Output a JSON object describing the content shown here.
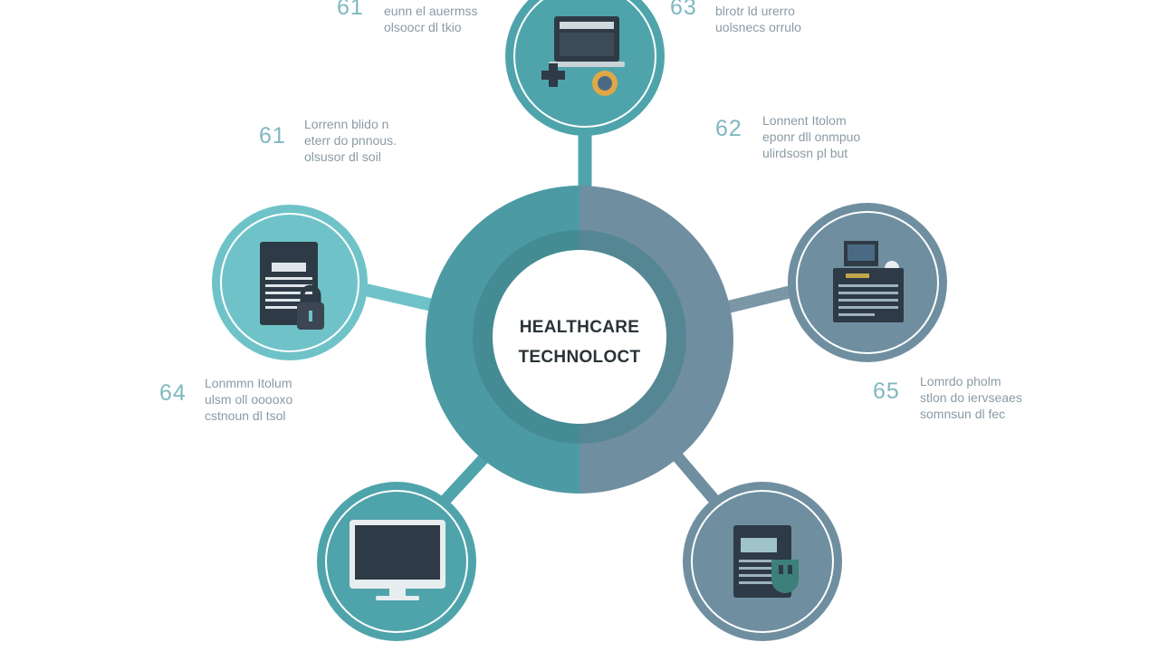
{
  "center": {
    "line1": "HEALTHCARE",
    "line2": "TECHNOLOCT"
  },
  "colors": {
    "teal": "#4fa4ab",
    "teal_light": "#6fc3c8",
    "slate": "#6f8fa0",
    "slate_dark": "#5e7f90",
    "icon_dark": "#2e3a46"
  },
  "nodes": [
    {
      "id": "61",
      "label": "61",
      "lines": [
        "Lorrenn blido n",
        "eterr do pnnous.",
        "olsusor dl soil"
      ],
      "icon": "patient-record-lock-icon"
    },
    {
      "id": "62",
      "label": "62",
      "lines": [
        "Lonnent Itolom",
        "eponr dll onmpuo",
        "ulirdsosn pl but"
      ],
      "icon": "medical-equipment-icon"
    },
    {
      "id": "63",
      "label": "63",
      "lines": [
        "blrotr ld urerro",
        "uolsnecs orrulo"
      ],
      "icon": "telehealth-computer-icon"
    },
    {
      "id": "61b",
      "label": "61",
      "lines": [
        "eunn el auermss",
        "olsoocr dl tkio"
      ],
      "icon": "telehealth-computer-icon"
    },
    {
      "id": "64",
      "label": "64",
      "lines": [
        "Lonmmn Itolum",
        "ulsm oll ooooxo",
        "cstnoun dl tsol"
      ],
      "icon": "monitor-icon"
    },
    {
      "id": "65",
      "label": "65",
      "lines": [
        "Lomrdo pholm",
        "stlon do iervseaes",
        "somnsun dl fec"
      ],
      "icon": "secure-device-icon"
    }
  ]
}
